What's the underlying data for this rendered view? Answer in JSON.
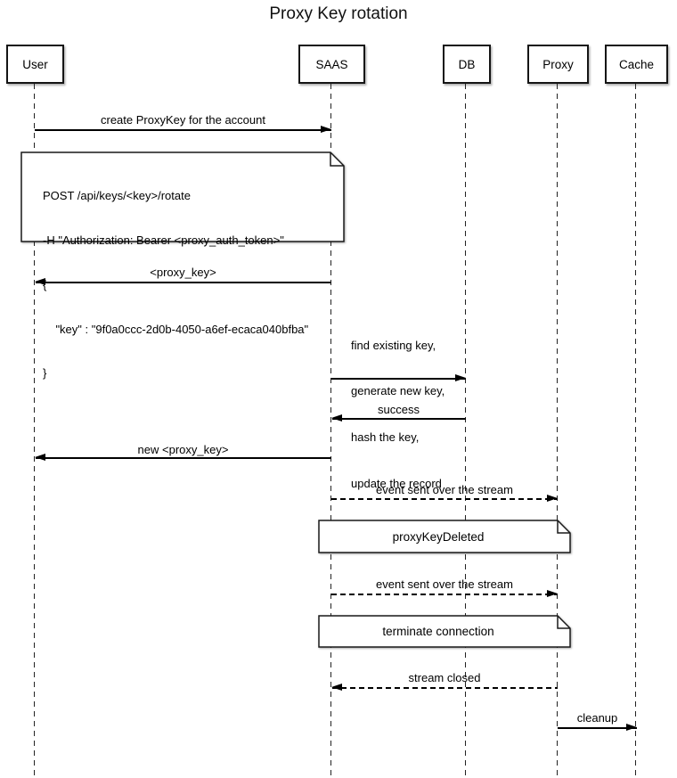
{
  "title": "Proxy Key rotation",
  "actors": [
    {
      "name": "User"
    },
    {
      "name": "SAAS"
    },
    {
      "name": "DB"
    },
    {
      "name": "Proxy"
    },
    {
      "name": "Cache"
    }
  ],
  "messages": [
    {
      "label": "create ProxyKey for the account",
      "from": "User",
      "to": "SAAS",
      "line": "solid"
    },
    {
      "label": "<proxy_key>",
      "from": "SAAS",
      "to": "User",
      "line": "solid"
    },
    {
      "lines": [
        "find existing key,",
        "generate new key,",
        "hash the key,",
        "update the record"
      ],
      "from": "SAAS",
      "to": "DB",
      "line": "solid"
    },
    {
      "label": "success",
      "from": "DB",
      "to": "SAAS",
      "line": "solid"
    },
    {
      "label": "new <proxy_key>",
      "from": "SAAS",
      "to": "User",
      "line": "solid"
    },
    {
      "label": "event sent over the stream",
      "from": "SAAS",
      "to": "Proxy",
      "line": "dashed"
    },
    {
      "label": "event sent over the stream",
      "from": "SAAS",
      "to": "Proxy",
      "line": "dashed"
    },
    {
      "label": "stream closed",
      "from": "Proxy",
      "to": "SAAS",
      "line": "dashed"
    },
    {
      "label": "cleanup",
      "from": "Proxy",
      "to": "Cache",
      "line": "solid"
    }
  ],
  "notes": [
    {
      "lines": [
        "POST /api/keys/<key>/rotate",
        "-H \"Authorization: Bearer <proxy_auth_token>\"",
        "{",
        "    \"key\" : \"9f0a0ccc-2d0b-4050-a6ef-ecaca040bfba\"",
        "}"
      ]
    },
    {
      "text": "proxyKeyDeleted"
    },
    {
      "text": "terminate connection"
    }
  ]
}
